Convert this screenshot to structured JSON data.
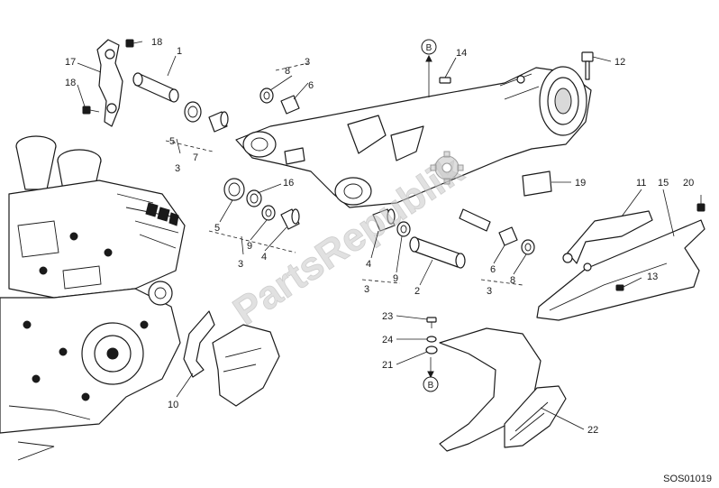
{
  "watermark": {
    "text": "PartsRepublik",
    "icon": "gear-icon"
  },
  "drawing_code": "SOS01019",
  "reference_marks": [
    {
      "id": "ref-b-top",
      "label": "B"
    },
    {
      "id": "ref-b-bottom",
      "label": "B"
    }
  ],
  "callouts": [
    "18",
    "1",
    "17",
    "18",
    "8",
    "3",
    "6",
    "14",
    "12",
    "5",
    "7",
    "3",
    "16",
    "5",
    "9",
    "4",
    "3",
    "19",
    "11",
    "15",
    "20",
    "4",
    "9",
    "2",
    "3",
    "6",
    "8",
    "3",
    "13",
    "23",
    "24",
    "21",
    "10",
    "22"
  ]
}
